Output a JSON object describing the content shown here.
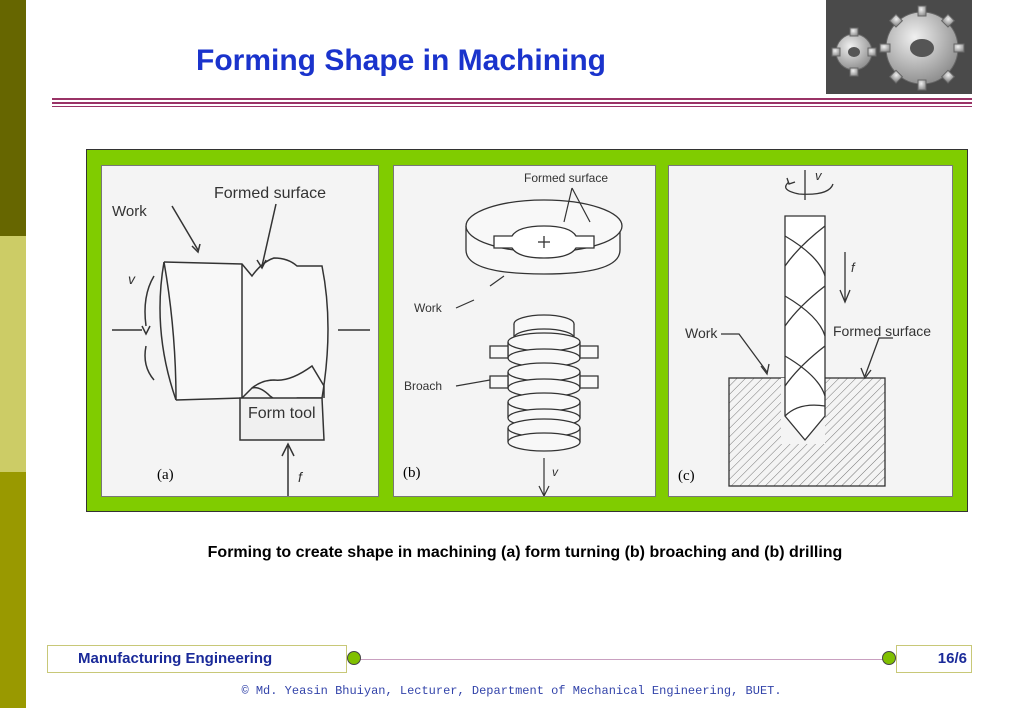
{
  "slide": {
    "title": "Forming Shape in Machining",
    "caption": "Forming to create shape in machining (a) form turning (b) broaching and (b) drilling"
  },
  "figure": {
    "panel_a": {
      "label": "(a)",
      "work": "Work",
      "formed_surface": "Formed surface",
      "form_tool": "Form tool",
      "v": "v",
      "f": "f"
    },
    "panel_b": {
      "label": "(b)",
      "formed_surface": "Formed surface",
      "work": "Work",
      "broach": "Broach",
      "v": "v"
    },
    "panel_c": {
      "label": "(c)",
      "v": "v",
      "f": "f",
      "work": "Work",
      "formed_surface": "Formed surface"
    }
  },
  "footer": {
    "course": "Manufacturing  Engineering",
    "page": "16/6",
    "copyright": "© Md. Yeasin Bhuiyan, Lecturer, Department of Mechanical Engineering, BUET."
  },
  "colors": {
    "title": "#1a33cc",
    "frame_green": "#80cc00",
    "rule": "#993366",
    "footer_text": "#1a2a99"
  }
}
